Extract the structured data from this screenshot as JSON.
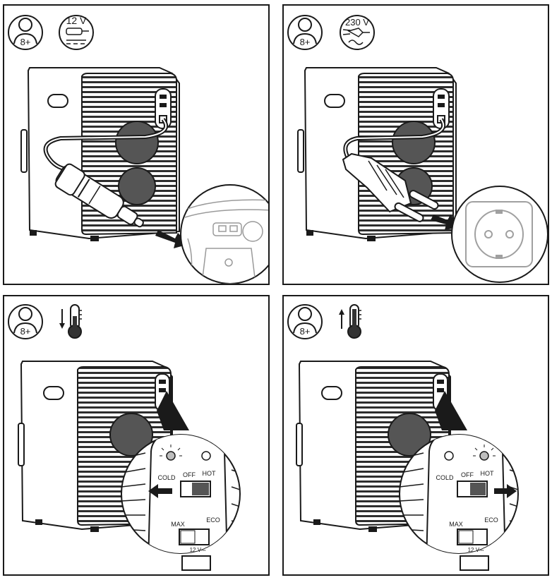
{
  "panels": [
    {
      "id": "car",
      "age_label": "8+",
      "power_label": "12 V",
      "icons": [
        "person-age-icon",
        "car-plug-dc-icon"
      ]
    },
    {
      "id": "mains",
      "age_label": "8+",
      "power_label": "230 V",
      "icons": [
        "person-age-icon",
        "mains-plug-ac-icon"
      ]
    },
    {
      "id": "cool",
      "age_label": "8+",
      "icons": [
        "person-age-icon",
        "arrow-down-icon",
        "thermometer-icon"
      ],
      "switch": {
        "cold": "COLD",
        "off": "OFF",
        "hot": "HOT",
        "max": "MAX",
        "eco": "ECO",
        "voltage": "12 V⎓",
        "selected": "COLD"
      }
    },
    {
      "id": "heat",
      "age_label": "8+",
      "icons": [
        "person-age-icon",
        "arrow-up-icon",
        "thermometer-icon"
      ],
      "switch": {
        "cold": "COLD",
        "off": "OFF",
        "hot": "HOT",
        "max": "MAX",
        "eco": "ECO",
        "voltage": "12 V⎓",
        "selected": "HOT"
      }
    }
  ],
  "colors": {
    "line": "#1a1a1a",
    "grill": "#3a3a3a",
    "fill_dark": "#555555",
    "fill_light": "#f2f2f2",
    "led": "#bdbdbd"
  }
}
